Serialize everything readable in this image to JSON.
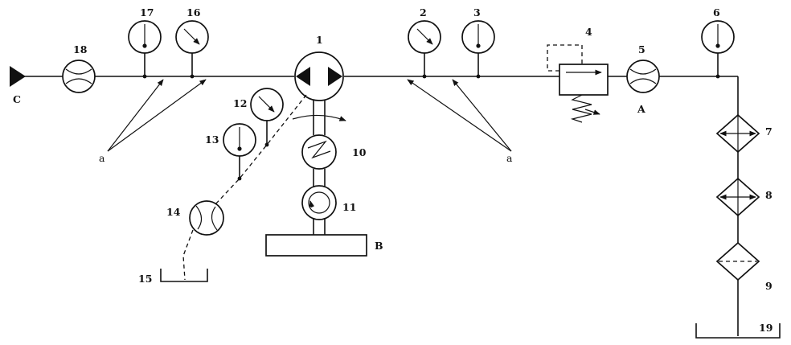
{
  "labels": {
    "c": "C",
    "n1": "1",
    "n2": "2",
    "n3": "3",
    "n4": "4",
    "n5": "5",
    "n6": "6",
    "n7": "7",
    "n8": "8",
    "n9": "9",
    "n10": "10",
    "n11": "11",
    "n12": "12",
    "n13": "13",
    "n14": "14",
    "n15": "15",
    "n16": "16",
    "n17": "17",
    "n18": "18",
    "n19": "19",
    "a_left": "a",
    "a_right": "a",
    "A": "A",
    "B": "B"
  }
}
